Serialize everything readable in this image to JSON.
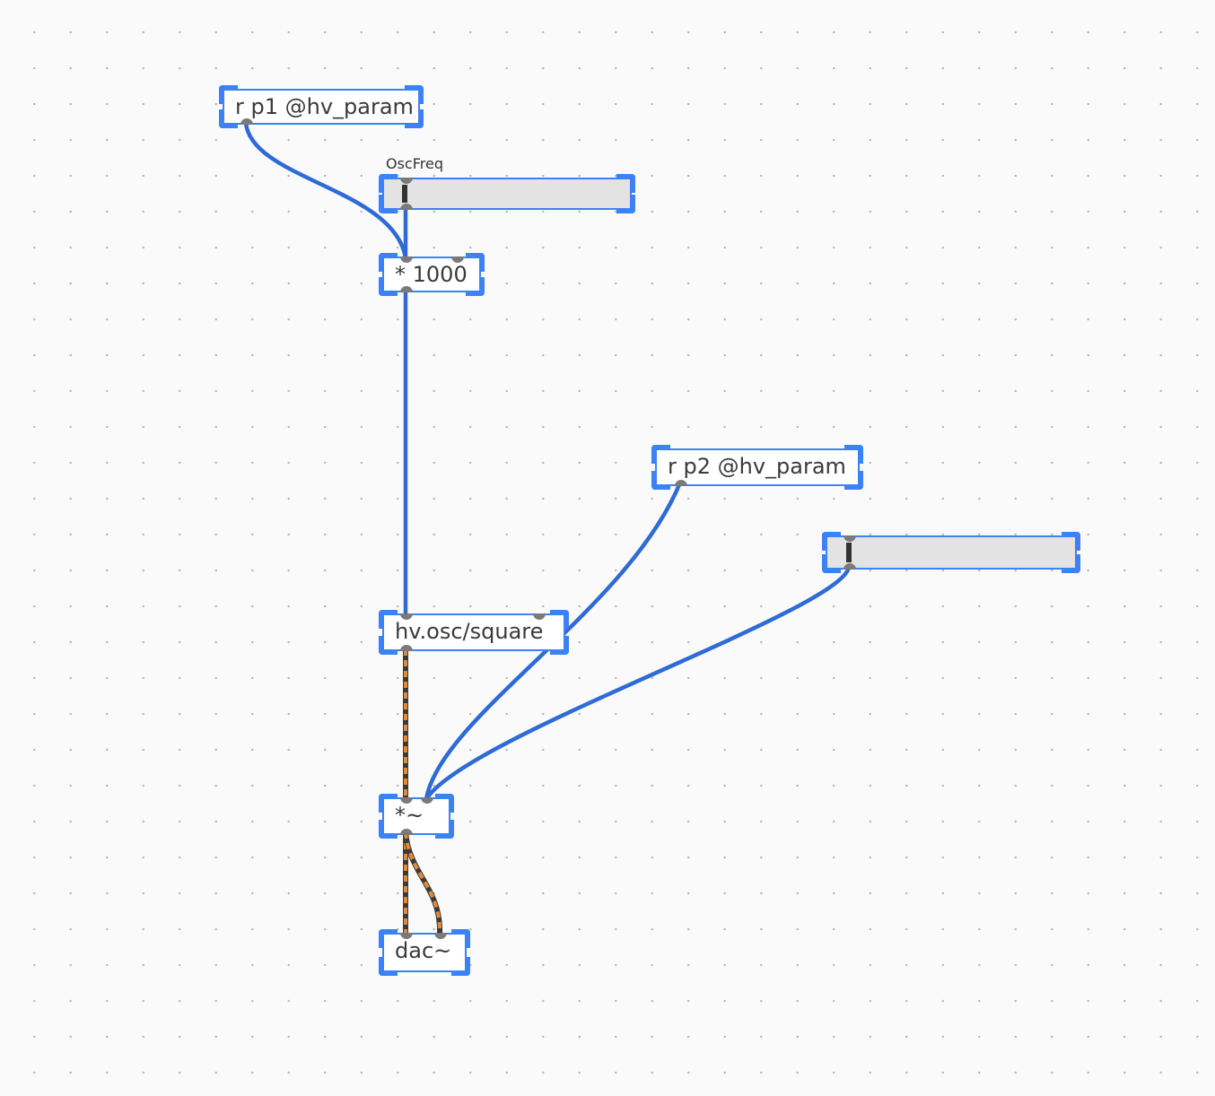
{
  "objects": {
    "r_p1": "r p1 @hv_param",
    "mul_1000": "* 1000",
    "r_p2": "r p2 @hv_param",
    "osc": "hv.osc/square",
    "mul_sig": "*~",
    "dac": "dac~"
  },
  "sliders": {
    "osc_freq_label": "OscFreq",
    "osc_freq_value": 0.05,
    "gain_value": 0.05
  },
  "colors": {
    "selection": "#3b82f6",
    "control_wire": "#2e6bd6",
    "signal_wire": "#d9822b"
  }
}
